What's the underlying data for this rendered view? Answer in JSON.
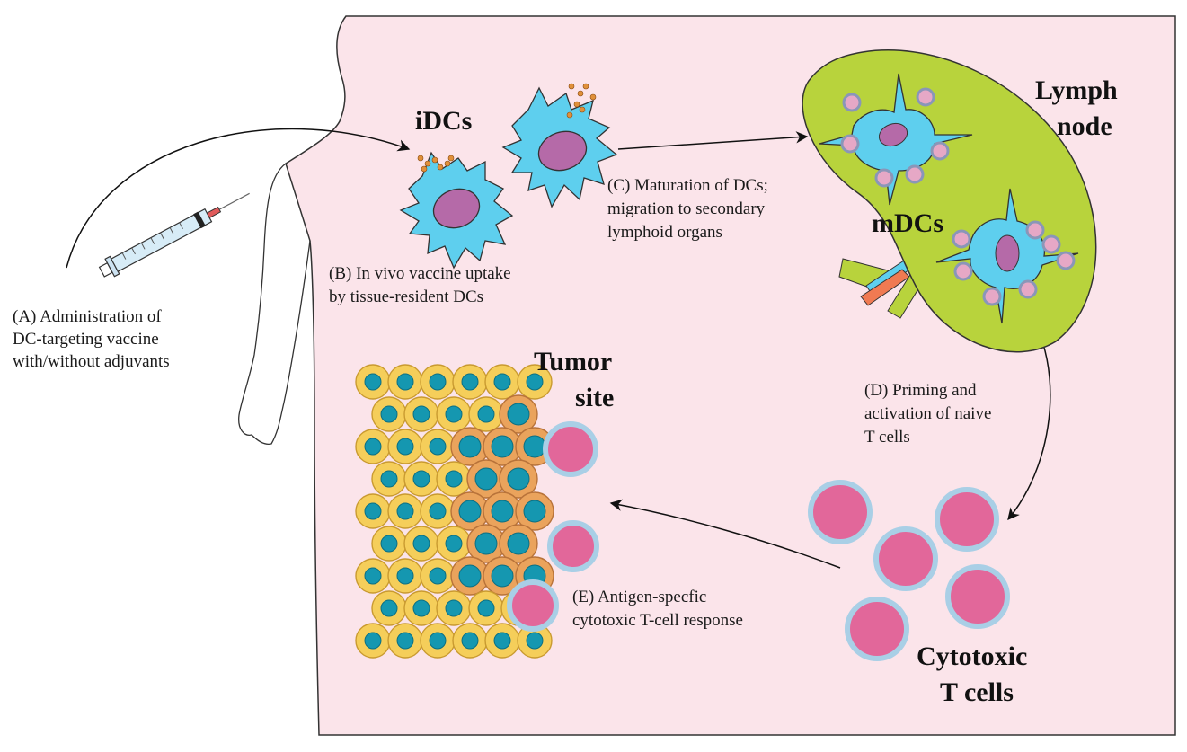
{
  "colors": {
    "body_bg": "#fbe4ea",
    "dc_cell": "#5ecfee",
    "dc_nucleus": "#b56aa8",
    "lymph_node": "#b8d33c",
    "tumor_cell": "#f5ce5a",
    "tumor_nucleus": "#1597b0",
    "cancer_cell": "#eaa35c",
    "tcell_fill": "#e2679a",
    "tcell_ring": "#a9cfe6",
    "antigen": "#e0903a"
  },
  "labels": {
    "idcs": "iDCs",
    "lymph": "Lymph",
    "node": "node",
    "mdcs": "mDCs",
    "tumor": "Tumor",
    "site": "site",
    "cytotoxic": "Cytotoxic",
    "tcells": "T cells"
  },
  "steps": {
    "a1": "(A) Administration of",
    "a2": "DC-targeting vaccine",
    "a3": "with/without adjuvants",
    "b1": "(B) In vivo vaccine uptake",
    "b2": "by tissue-resident DCs",
    "c1": "(C) Maturation of DCs;",
    "c2": "migration to secondary",
    "c3": "lymphoid organs",
    "d1": "(D) Priming and",
    "d2": "activation of naive",
    "d3": "T cells",
    "e1": "(E) Antigen-specfic",
    "e2": "cytotoxic T-cell response"
  },
  "icons": [
    "syringe-icon",
    "human-silhouette",
    "dendritic-cell-icon",
    "lymph-node-icon",
    "tumor-cell-icon",
    "t-cell-icon"
  ]
}
